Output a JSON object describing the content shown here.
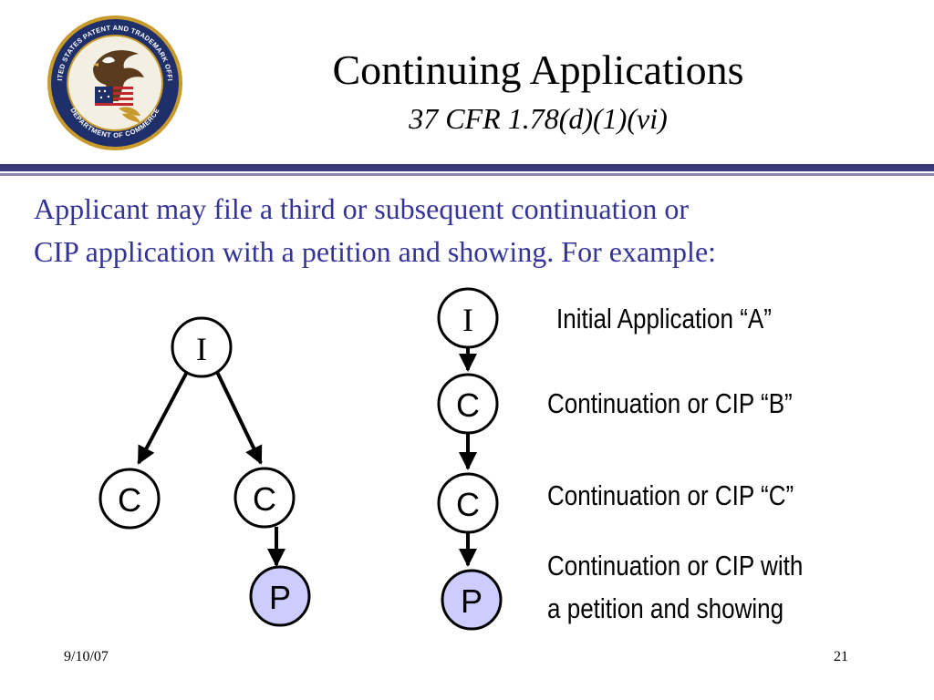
{
  "header": {
    "title": "Continuing Applications",
    "subtitle": "37 CFR 1.78(d)(1)(vi)",
    "seal_text": {
      "outer_top": "UNITED STATES PATENT AND TRADEMARK OFFICE",
      "outer_bottom": "DEPARTMENT OF COMMERCE"
    }
  },
  "intro": {
    "line1": "Applicant may file a third or subsequent continuation or",
    "line2": "CIP application with a petition and showing.  For example:"
  },
  "colors": {
    "intro_text": "#333399",
    "rule": "#3a3a7a",
    "petition_node_fill": "#ccccff",
    "node_fill": "#ffffff",
    "stroke": "#000000"
  },
  "tree_diagram": {
    "nodes": {
      "root": "I",
      "left_child": "C",
      "right_child": "C",
      "petition": "P"
    }
  },
  "chain_diagram": {
    "nodes": {
      "initial": "I",
      "first": "C",
      "second": "C",
      "petition": "P"
    },
    "labels": {
      "initial": "Initial Application “A”",
      "first": "Continuation or CIP “B”",
      "second": "Continuation or CIP “C”",
      "petition_line1": "Continuation or CIP with",
      "petition_line2": "a petition and showing"
    }
  },
  "footer": {
    "date": "9/10/07",
    "page": "21"
  }
}
